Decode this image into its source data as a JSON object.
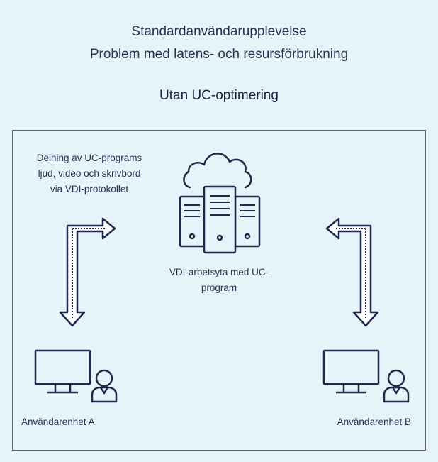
{
  "header": {
    "line1": "Standardanvändarupplevelse",
    "line2": "Problem med latens- och resursförbrukning",
    "subtitle": "Utan UC-optimering"
  },
  "protocol_caption": {
    "line1": "Delning av UC-programs",
    "line2": "ljud, video och skrivbord",
    "line3": "via VDI-protokollet"
  },
  "workspace_caption": {
    "line1": "VDI-arbetsyta med UC-",
    "line2": "program"
  },
  "devices": {
    "a_label": "Användarenhet A",
    "b_label": "Användarenhet B"
  },
  "colors": {
    "background": "#e6f3f8",
    "ink": "#1d2a4c"
  },
  "icons": [
    "cloud-icon",
    "server-icon",
    "monitor-icon",
    "user-icon",
    "arrow-icon"
  ]
}
